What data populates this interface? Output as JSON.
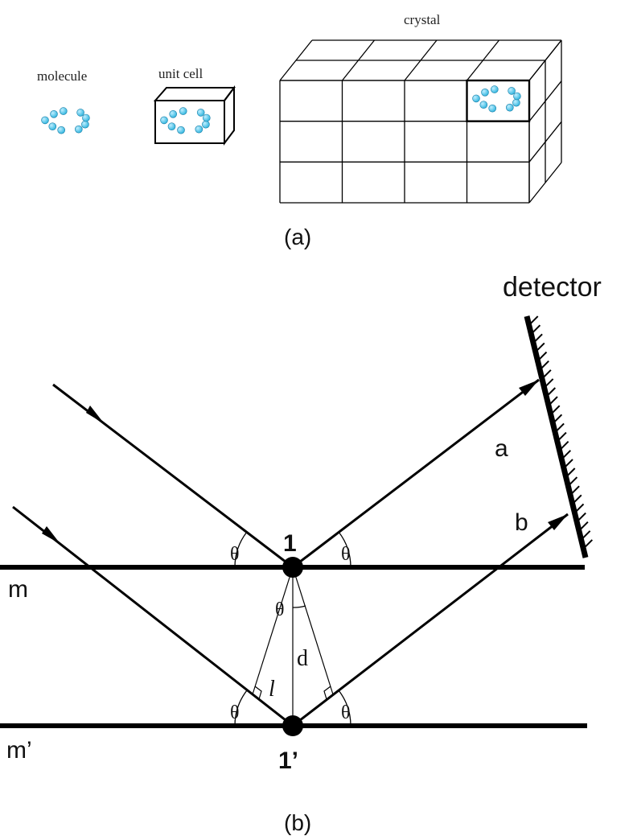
{
  "panel_a": {
    "labels": {
      "molecule": "molecule",
      "unit_cell": "unit cell",
      "crystal": "crystal"
    },
    "caption": "(a)",
    "crystal_grid": {
      "columns": 4,
      "rows": 3,
      "depth_cells": 2
    }
  },
  "panel_b": {
    "caption": "(b)",
    "detector_label": "detector",
    "ray_labels": {
      "a": "a",
      "b": "b"
    },
    "plane_labels": {
      "m": "m",
      "m_prime": "m’"
    },
    "point_labels": {
      "p1": "1",
      "p1_prime": "1’"
    },
    "angle_symbol": "θ",
    "spacing_label": "d",
    "path_label": "l"
  },
  "colors": {
    "line": "#000000",
    "atom_fill": "#36b8e0",
    "atom_highlight": "#bfeeff",
    "atom_stroke": "#1a7fa8"
  }
}
